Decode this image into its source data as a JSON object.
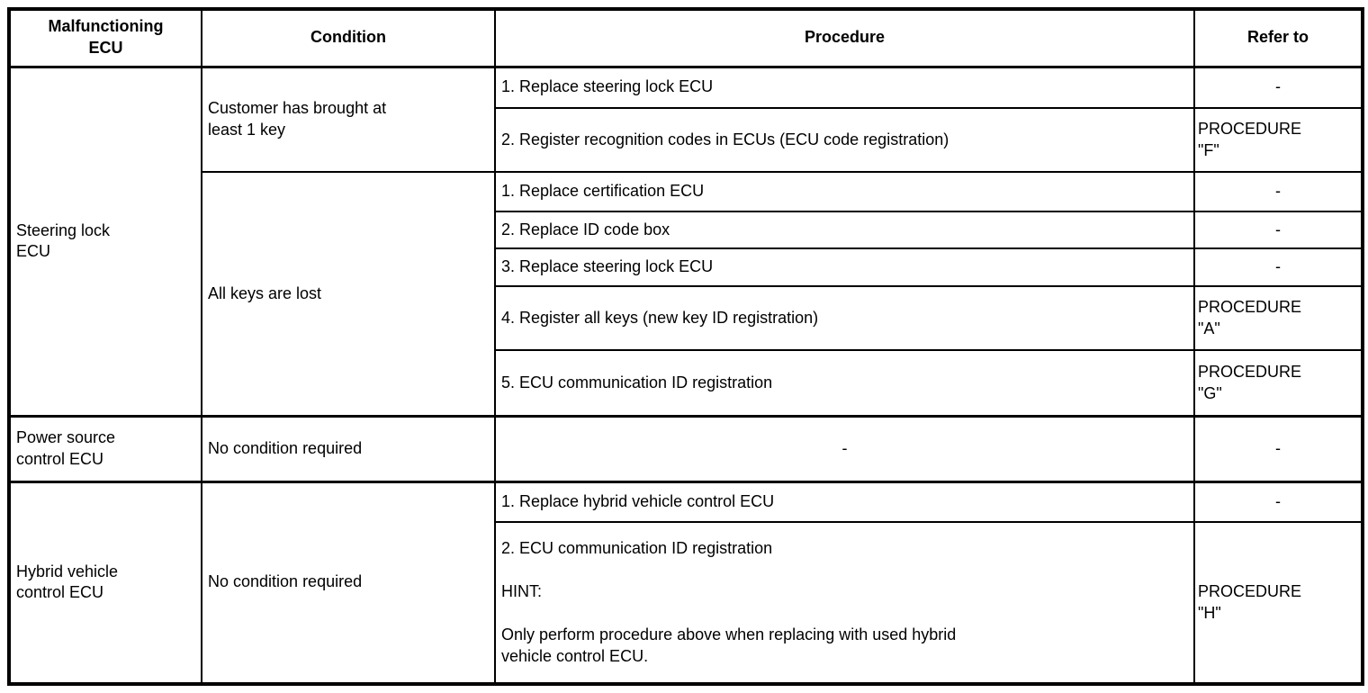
{
  "table": {
    "headers": {
      "col1": "Malfunctioning\nECU",
      "col2": "Condition",
      "col3": "Procedure",
      "col4": "Refer to"
    },
    "steering": {
      "ecu": "Steering lock\nECU",
      "condition_brought": "Customer has brought at\nleast 1 key",
      "condition_lost": "All keys are lost",
      "brought_steps": [
        {
          "procedure": "1. Replace steering lock ECU",
          "refer": "-"
        },
        {
          "procedure": "2. Register recognition codes in ECUs (ECU code registration)",
          "refer": "PROCEDURE\n\"F\""
        }
      ],
      "lost_steps": [
        {
          "procedure": "1. Replace certification ECU",
          "refer": "-"
        },
        {
          "procedure": "2. Replace ID code box",
          "refer": "-"
        },
        {
          "procedure": "3. Replace steering lock ECU",
          "refer": "-"
        },
        {
          "procedure": "4. Register all keys (new key ID registration)",
          "refer": "PROCEDURE\n\"A\""
        },
        {
          "procedure": "5. ECU communication ID registration",
          "refer": "PROCEDURE\n\"G\""
        }
      ]
    },
    "power": {
      "ecu": "Power source\ncontrol ECU",
      "condition": "No condition required",
      "procedure": "-",
      "refer": "-"
    },
    "hybrid": {
      "ecu": "Hybrid vehicle\ncontrol ECU",
      "condition": "No condition required",
      "steps": [
        {
          "procedure": "1. Replace hybrid vehicle control ECU",
          "refer": "-"
        },
        {
          "procedure": "2. ECU communication ID registration\n\nHINT:\n\nOnly perform procedure above when replacing with used hybrid\nvehicle control ECU.",
          "refer": "PROCEDURE\n\"H\""
        }
      ]
    }
  }
}
